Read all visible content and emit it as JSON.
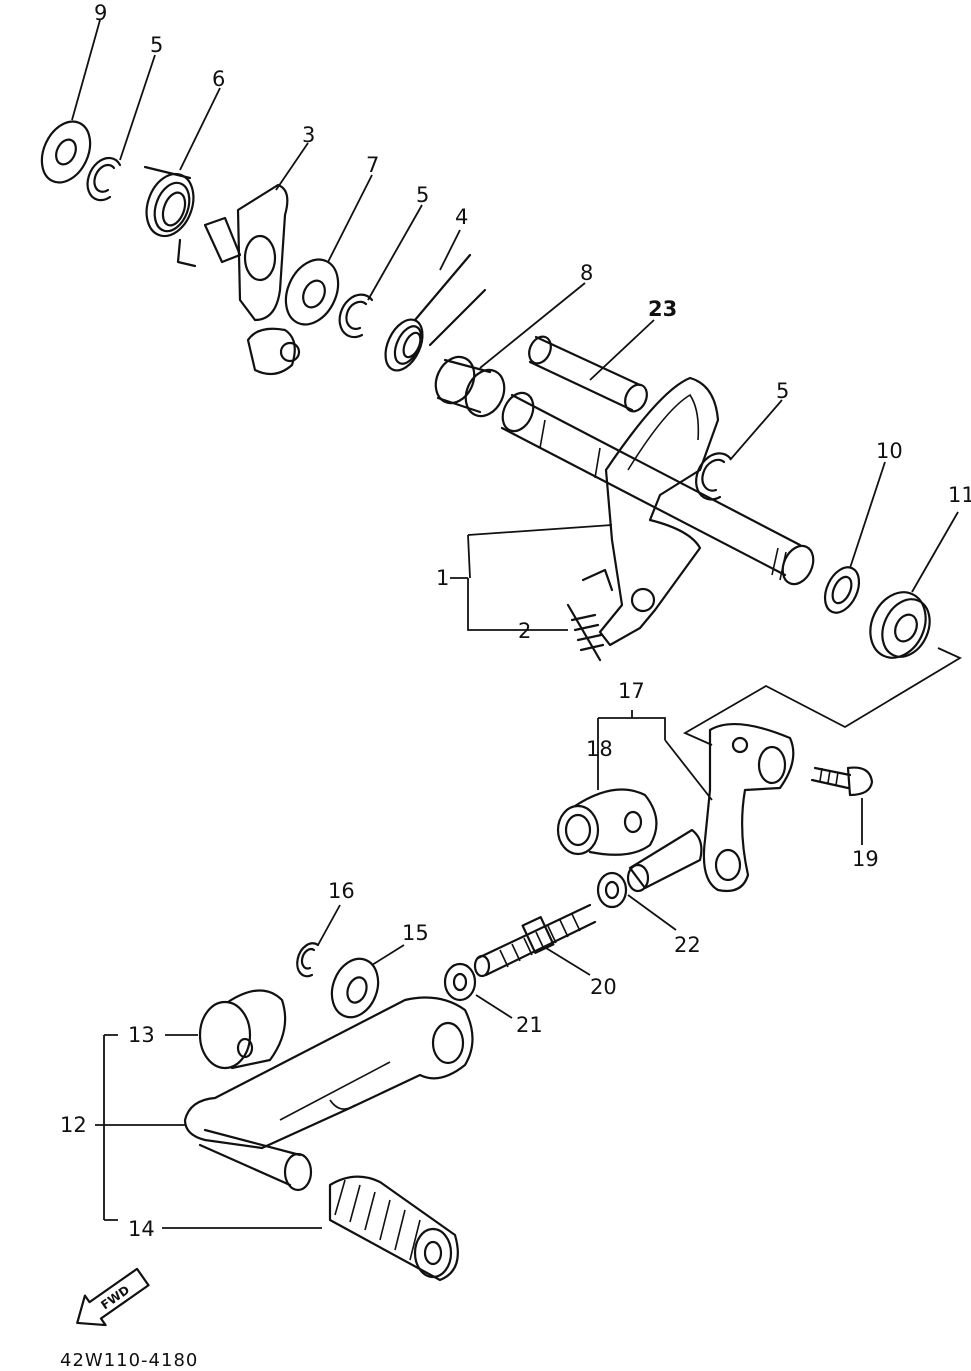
{
  "labels": {
    "n1": "1",
    "n2": "2",
    "n3": "3",
    "n4": "4",
    "n5a": "5",
    "n5b": "5",
    "n5c": "5",
    "n6": "6",
    "n7": "7",
    "n8": "8",
    "n9": "9",
    "n10": "10",
    "n11": "11",
    "n12": "12",
    "n13": "13",
    "n14": "14",
    "n15": "15",
    "n16": "16",
    "n17": "17",
    "n18": "18",
    "n19": "19",
    "n20": "20",
    "n21": "21",
    "n22": "22",
    "n23": "23"
  },
  "fwd_label": "FWD",
  "diagram_code": "42W110-4180"
}
